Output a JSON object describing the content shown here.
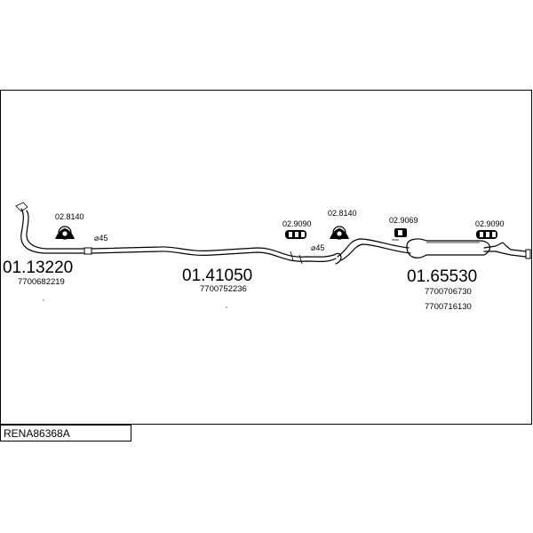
{
  "diagram_code": "RENA86368A",
  "parts": [
    {
      "part_number": "01.13220",
      "oem": [
        "7700682219"
      ]
    },
    {
      "part_number": "01.41050",
      "oem": [
        "7700752236"
      ]
    },
    {
      "part_number": "01.65530",
      "oem": [
        "7700706730",
        "7700716130"
      ]
    }
  ],
  "fittings": [
    {
      "code": "02.8140"
    },
    {
      "code": "02.9090"
    },
    {
      "code": "02.8140"
    },
    {
      "code": "02.9069"
    },
    {
      "code": "02.9090"
    }
  ],
  "diameters": [
    "⌀45",
    "⌀45"
  ]
}
